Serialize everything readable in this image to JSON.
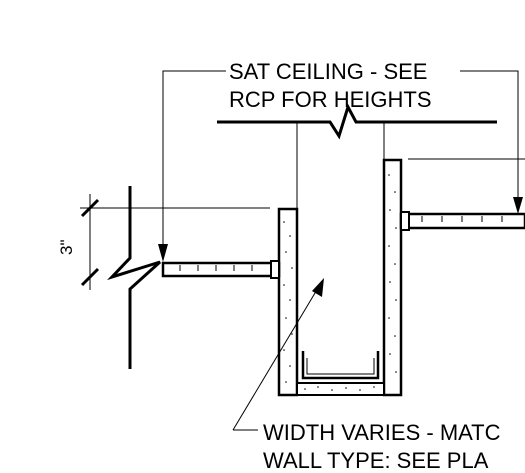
{
  "notes": {
    "ceiling_line1": "SAT CEILING - SEE",
    "ceiling_line2": "RCP FOR HEIGHTS",
    "width_line1": "WIDTH VARIES - MATC",
    "width_line2": "WALL TYPE: SEE PLA"
  },
  "dimension": {
    "value": "3\""
  },
  "colors": {
    "line": "#000000",
    "background": "#ffffff"
  }
}
